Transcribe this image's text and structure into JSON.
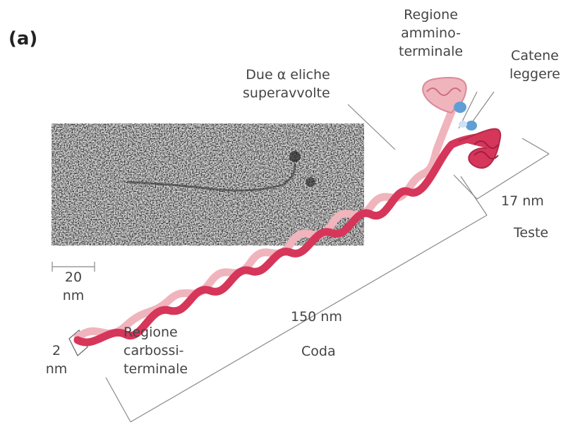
{
  "panel_label": "(a)",
  "labels": {
    "amino_region": [
      "Regione",
      "ammino-",
      "terminale"
    ],
    "light_chains": [
      "Catene",
      "leggere"
    ],
    "coiled_coils": [
      "Due α eliche",
      "superavvolte"
    ],
    "heads_length": "17 nm",
    "heads": "Teste",
    "scale_bar": [
      "20",
      "nm"
    ],
    "tail_length": "150 nm",
    "tail": "Coda",
    "carboxy_region": [
      "Regione",
      "carbossi-",
      "terminale"
    ],
    "width": [
      "2",
      "nm"
    ]
  },
  "colors": {
    "helix_dark": "#d6365a",
    "helix_light": "#f0b4bd",
    "light_chain": "#5f9fd6",
    "micrograph": "#d9d9d9",
    "leader_line": "#888888"
  },
  "icons": [
    "micrograph-image",
    "myosin-molecule"
  ]
}
